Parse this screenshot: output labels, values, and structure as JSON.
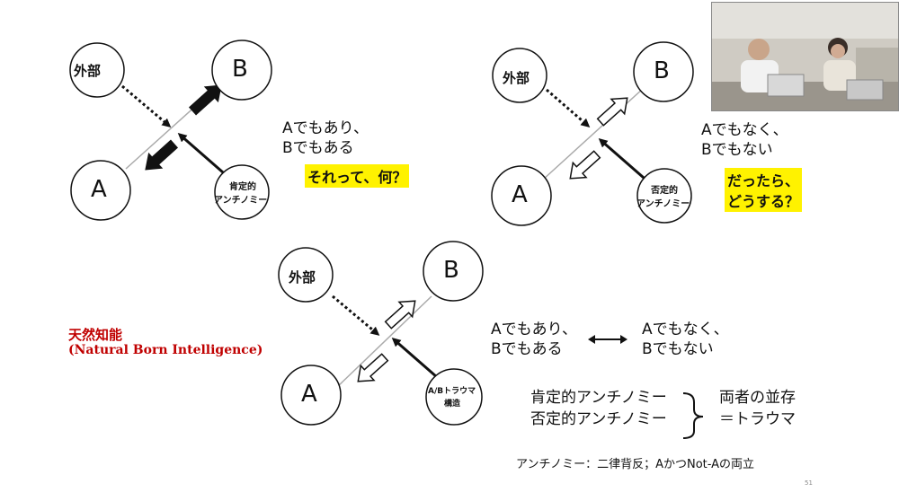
{
  "diagram_top_left": {
    "external": "外部",
    "node_b": "B",
    "node_a": "A",
    "antinomy_node": [
      "肯定的",
      "アンチノミー"
    ],
    "text": [
      "Aでもあり、",
      "Bでもある"
    ],
    "highlight": "それって、何？"
  },
  "diagram_top_right": {
    "external": "外部",
    "node_b": "B",
    "node_a": "A",
    "antinomy_node": [
      "否定的",
      "アンチノミー"
    ],
    "text": [
      "Aでもなく、",
      "Bでもない"
    ],
    "highlight": [
      "だったら、",
      "どうする？"
    ]
  },
  "diagram_bottom": {
    "external": "外部",
    "node_b": "B",
    "node_a": "A",
    "structure_node": [
      "A/Bトラウマ",
      "構造"
    ]
  },
  "natural_intelligence": {
    "title": "天然知能",
    "subtitle": "(Natural Born Intelligence)"
  },
  "comparison": {
    "left": [
      "Aでもあり、",
      "Bでもある"
    ],
    "arrow": "⟷",
    "right": [
      "Aでもなく、",
      "Bでもない"
    ]
  },
  "coexistence": {
    "item1": "肯定的アンチノミー",
    "item2": "否定的アンチノミー",
    "result1": "両者の並存",
    "result2": "＝トラウマ"
  },
  "footnote": "アンチノミー：二律背反；AかつNot-Aの両立",
  "slide_number": "51",
  "colors": {
    "highlight": "#fff200",
    "accent_red": "#c00000"
  }
}
